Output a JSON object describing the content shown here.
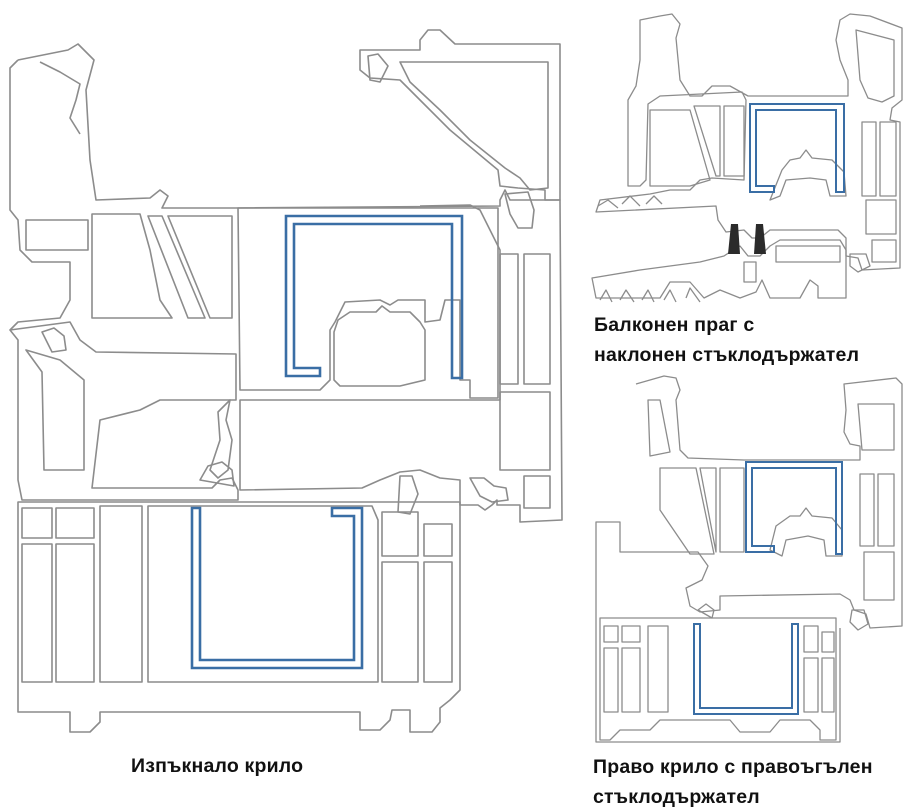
{
  "captions": {
    "main": "Изпъкнало крило",
    "balcony_line1": "Балконен праг с",
    "balcony_line2": "наклонен стъклодържател",
    "square_line1": "Право крило с правоъгълен",
    "square_line2": "стъклодържател"
  },
  "colors": {
    "outline": "#8c8c8c",
    "reinforcement": "#3a6ea5",
    "gasket": "#2b2b2b",
    "background": "#ffffff"
  }
}
